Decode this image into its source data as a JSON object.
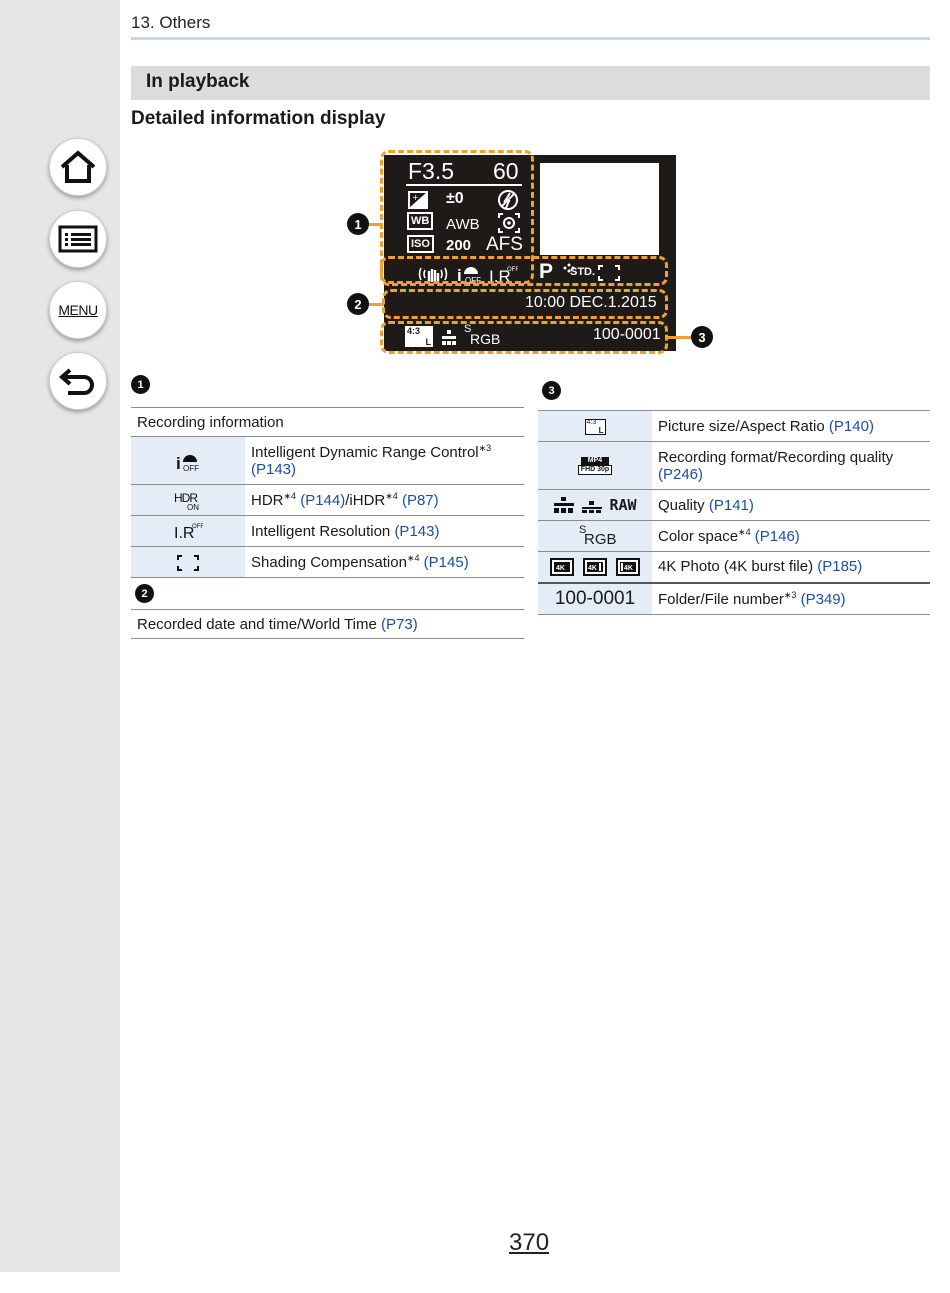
{
  "header": {
    "chapter": "13. Others",
    "section": "In playback",
    "subheading": "Detailed information display"
  },
  "nav": {
    "menu_label": "MENU"
  },
  "screen": {
    "aperture": "F3.5",
    "shutter": "60",
    "exposure": "±0",
    "wb": "WB",
    "wb_value": "AWB",
    "iso": "ISO",
    "iso_value": "200",
    "focus": "AFS",
    "mode": "P",
    "photo_style": "STD.",
    "datetime": "10:00  DEC.1.2015",
    "aspect": "4:3",
    "size": "L",
    "colorspace_s": "S",
    "colorspace": "RGB",
    "folder": "100-0001",
    "callouts": [
      "1",
      "2",
      "3"
    ]
  },
  "left_table": {
    "marker": "1",
    "header_row": "Recording information",
    "rows": [
      {
        "icon": "iDR-off-icon",
        "text": "Intelligent Dynamic Range Control",
        "note": "∗3",
        "link": "(P143)"
      },
      {
        "icon": "HDR-on-icon",
        "text": "HDR",
        "note": "∗4",
        "link": "(P144)",
        "text2": "/iHDR",
        "note2": "∗4",
        "link2": "(P87)"
      },
      {
        "icon": "iR-off-icon",
        "text": "Intelligent Resolution",
        "link": "(P143)"
      },
      {
        "icon": "shading-icon",
        "text": "Shading Compensation",
        "note": "∗4",
        "link": "(P145)"
      }
    ],
    "marker2": "2",
    "footer_row": {
      "text": "Recorded date and time/World Time",
      "link": "(P73)"
    }
  },
  "right_table": {
    "marker": "3",
    "rows": [
      {
        "icon": "picture-size-icon",
        "icon_text": "4:3",
        "icon_sub": "L",
        "text": "Picture size/Aspect Ratio",
        "link": "(P140)"
      },
      {
        "icon": "rec-format-icon",
        "icon_text": "MP4",
        "icon_sub": "FHD 30p",
        "text": "Recording format/Recording quality",
        "link": "(P246)"
      },
      {
        "icon": "quality-icon",
        "icon_text": "RAW",
        "text": "Quality",
        "link": "(P141)"
      },
      {
        "icon": "colorspace-icon",
        "icon_text": "S",
        "icon_sub": "RGB",
        "text": "Color space",
        "note": "∗4",
        "link": "(P146)"
      },
      {
        "icon": "4k-photo-icon",
        "text": "4K Photo (4K burst file)",
        "link": "(P185)"
      },
      {
        "icon": "folder-number",
        "icon_text": "100-0001",
        "text": "Folder/File number",
        "note": "∗3",
        "link": "(P349)"
      }
    ]
  },
  "page_number": "370"
}
